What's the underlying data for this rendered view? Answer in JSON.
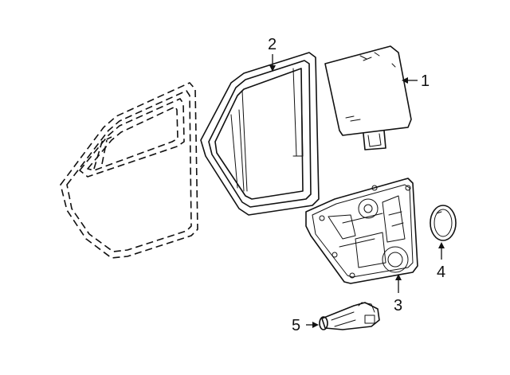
{
  "callouts": {
    "glass": "1",
    "run_channel": "2",
    "regulator": "3",
    "speaker_cover": "4",
    "motor": "5"
  }
}
